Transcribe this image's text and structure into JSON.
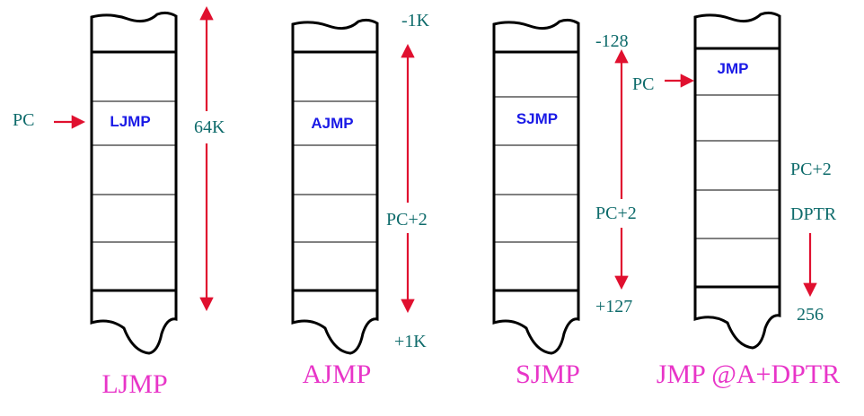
{
  "colors": {
    "text_teal": "#0e6b6b",
    "instruction_blue": "#1a1ae6",
    "caption_pink": "#e835c8",
    "arrow_red": "#e0102f"
  },
  "ljmp": {
    "pc_label": "PC",
    "instruction": "LJMP",
    "range": "64K",
    "caption": "LJMP"
  },
  "ajmp": {
    "top_label": "-1K",
    "instruction": "AJMP",
    "mid_label": "PC+2",
    "bottom_label": "+1K",
    "caption": "AJMP"
  },
  "sjmp": {
    "top_label": "-128",
    "instruction": "SJMP",
    "mid_label": "PC+2",
    "bottom_label": "+127",
    "caption": "SJMP"
  },
  "jmp": {
    "pc_label": "PC",
    "instruction": "JMP",
    "pc2_label": "PC+2",
    "dptr_label": "DPTR",
    "end_label": "256",
    "caption": "JMP @A+DPTR"
  }
}
